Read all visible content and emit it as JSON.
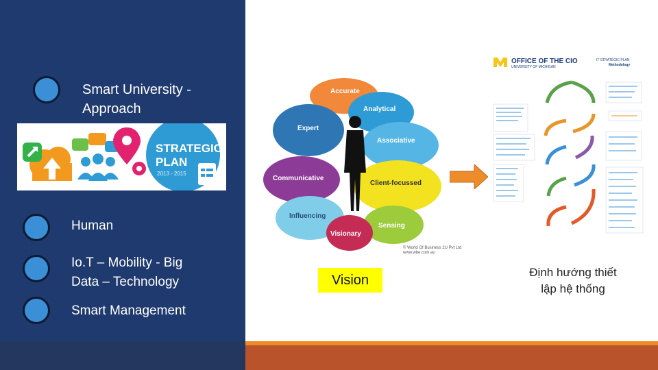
{
  "left": {
    "items": [
      {
        "label_line1": "Smart University -",
        "label_line2": "Approach"
      },
      {
        "label": "Human"
      },
      {
        "label_line1": "Io.T – Mobility - Big",
        "label_line2": "Data – Technology"
      },
      {
        "label": "Smart Management"
      }
    ]
  },
  "strategic_card": {
    "title_line1": "STRATEGIC",
    "title_line2": "PLAN",
    "years": "2013 - 2015"
  },
  "cloud": {
    "petals": [
      "Accurate",
      "Analytical",
      "Expert",
      "Associative",
      "Communicative",
      "Client-focussed",
      "Influencing",
      "Sensing",
      "Visionary"
    ],
    "copyright_line1": "© World Of Business 2U Pvt Ltd",
    "copyright_line2": "www.wbe.com.au"
  },
  "vision": {
    "label": "Vision"
  },
  "cio": {
    "org_title": "OFFICE OF THE CIO",
    "org_subtitle": "UNIVERSITY OF MICHIGAN",
    "plan_title_line1": "IT STRATEGIC PLAN",
    "plan_title_line2": "Methodology"
  },
  "direction": {
    "line1": "Định hướng thiết",
    "line2": "lập hệ thống"
  },
  "colors": {
    "panel": "#1f3a6e",
    "bullet": "#3a8fd6",
    "accent_orange": "#ef8a2a",
    "accent_rust": "#b9532b",
    "vision_yellow": "#ffff00"
  }
}
